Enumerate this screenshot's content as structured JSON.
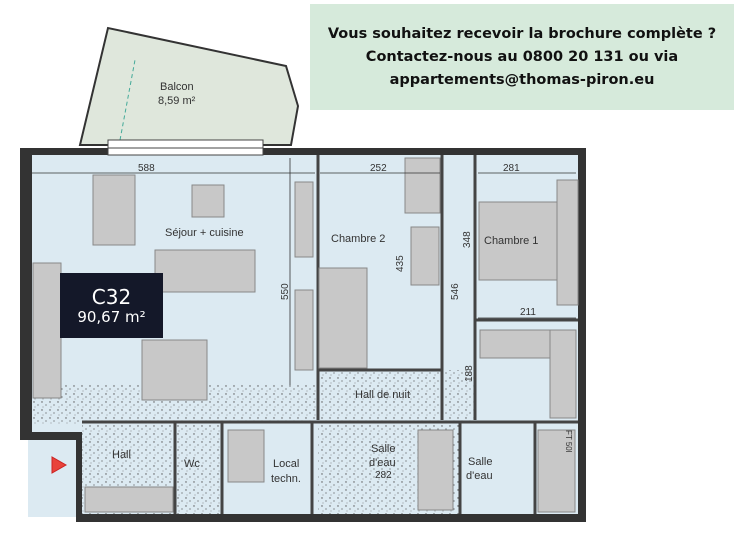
{
  "banner": {
    "line1": "Vous souhaitez recevoir la brochure complète ?",
    "line2": "Contactez-nous au 0800 20 131 ou via",
    "line3": "appartements@thomas-piron.eu"
  },
  "unit": {
    "code": "C32",
    "area": "90,67 m²"
  },
  "rooms": {
    "balcon": "Balcon",
    "balcon_area": "8,59 m²",
    "sejour": "Séjour + cuisine",
    "chambre2": "Chambre 2",
    "chambre1": "Chambre 1",
    "hall_nuit": "Hall de nuit",
    "hall": "Hall",
    "wc": "Wc",
    "local1": "Local",
    "local2": "techn.",
    "salle1a": "Salle",
    "salle1b": "d'eau",
    "salle2a": "Salle",
    "salle2b": "d'eau",
    "ft": "FT 50l"
  },
  "dimensions": {
    "d588": "588",
    "d252": "252",
    "d281": "281",
    "d550": "550",
    "d435": "435",
    "d546": "546",
    "d348": "348",
    "d211": "211",
    "d188": "188",
    "d282": "282"
  },
  "colors": {
    "banner": "#d6eadb",
    "floor": "#dceaf2",
    "badge": "#141829",
    "entry_arrow": "#e8433b"
  }
}
